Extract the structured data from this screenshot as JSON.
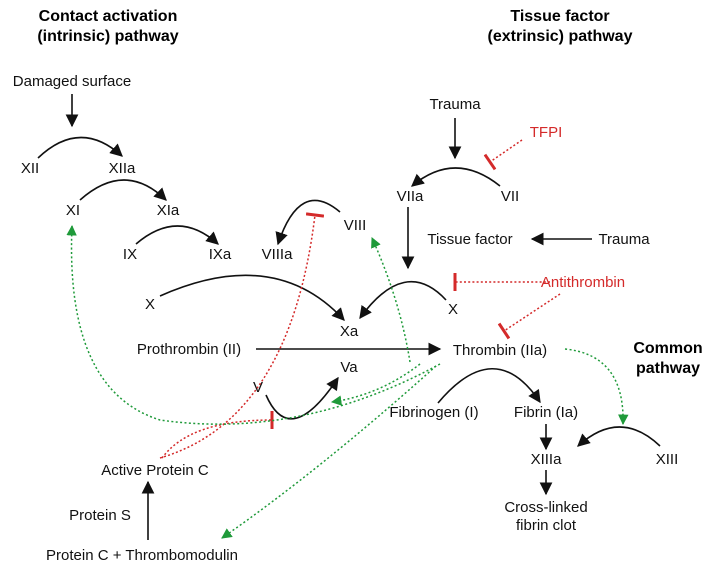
{
  "headers": {
    "intrinsic": [
      "Contact activation",
      "(intrinsic) pathway"
    ],
    "extrinsic": [
      "Tissue factor",
      "(extrinsic) pathway"
    ],
    "common": [
      "Common",
      "pathway"
    ]
  },
  "nodes": {
    "damaged_surface": "Damaged surface",
    "xii": "XII",
    "xiia": "XIIa",
    "xi": "XI",
    "xia": "XIa",
    "ix": "IX",
    "ixa": "IXa",
    "viiia": "VIIIa",
    "viii": "VIII",
    "x_left": "X",
    "xa": "Xa",
    "prothrombin": "Prothrombin (II)",
    "thrombin": "Thrombin (IIa)",
    "v": "V",
    "va": "Va",
    "fibrinogen": "Fibrinogen (I)",
    "fibrin": "Fibrin (Ia)",
    "xiiia": "XIIIa",
    "xiii": "XIII",
    "crosslinked": [
      "Cross-linked",
      "fibrin clot"
    ],
    "active_protein_c": "Active Protein C",
    "protein_s": "Protein S",
    "protein_c_tm": "Protein C + Thrombomodulin",
    "trauma_top": "Trauma",
    "tfpi": "TFPI",
    "viia": "VIIa",
    "vii": "VII",
    "tissue_factor": "Tissue factor",
    "trauma_right": "Trauma",
    "antithrombin": "Antithrombin",
    "x_right": "X"
  },
  "colors": {
    "text": "#111111",
    "activation_arrow": "#111111",
    "inhibitor": "#d42a2a",
    "feedback": "#1f9a3a"
  }
}
